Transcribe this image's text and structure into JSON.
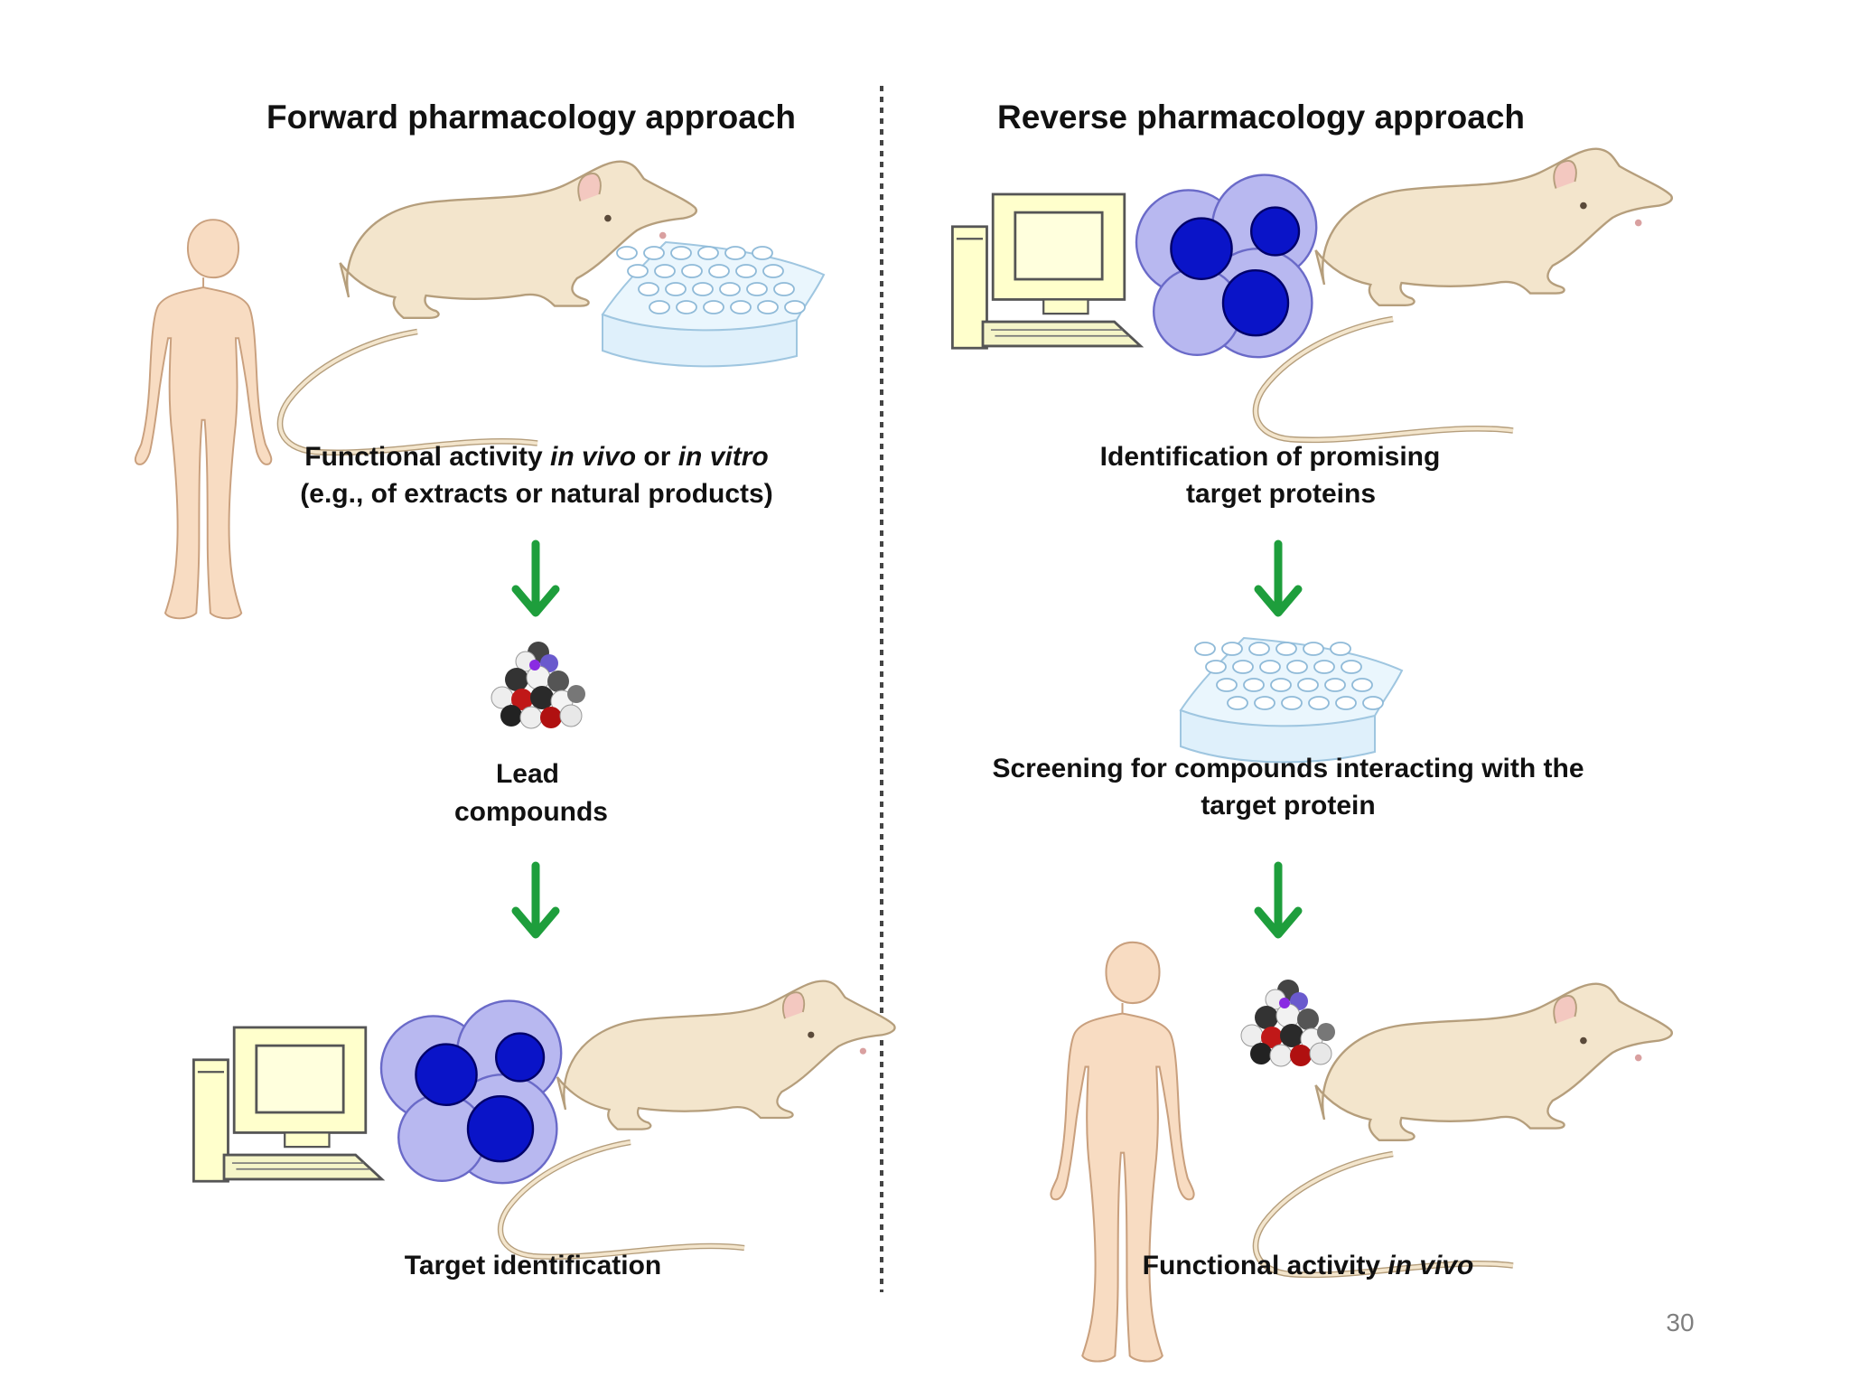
{
  "forward": {
    "title": "Forward pharmacology approach",
    "step1_line1_a": "Functional activity ",
    "step1_line1_b": "in vivo",
    "step1_line1_c": " or ",
    "step1_line1_d": "in vitro",
    "step1_line2": "(e.g., of extracts or natural products)",
    "step2_line1": "Lead",
    "step2_line2": "compounds",
    "step3": "Target identification"
  },
  "reverse": {
    "title": "Reverse pharmacology approach",
    "step1_line1": "Identification of  promising",
    "step1_line2": "target proteins",
    "step2_line1": "Screening for compounds  interacting with the",
    "step2_line2": "target protein",
    "step3_a": "Functional activity ",
    "step3_b": "in vivo"
  },
  "slide_number": "30",
  "colors": {
    "arrow": "#1e9e3c",
    "divider": "#444444",
    "skin": "#f8dcc2",
    "skin_stroke": "#c9a07e",
    "rat_fill": "#f3e5cc",
    "rat_stroke": "#b59e7c",
    "computer_fill": "#ffffcc",
    "cell_light": "#b8b8f0",
    "cell_dark": "#0a14c8",
    "plate": "#dff0fb"
  },
  "icons": [
    "human-icon",
    "rat-icon",
    "well-plate-icon",
    "computer-icon",
    "cell-cluster-icon",
    "molecule-icon",
    "down-arrow-icon"
  ]
}
